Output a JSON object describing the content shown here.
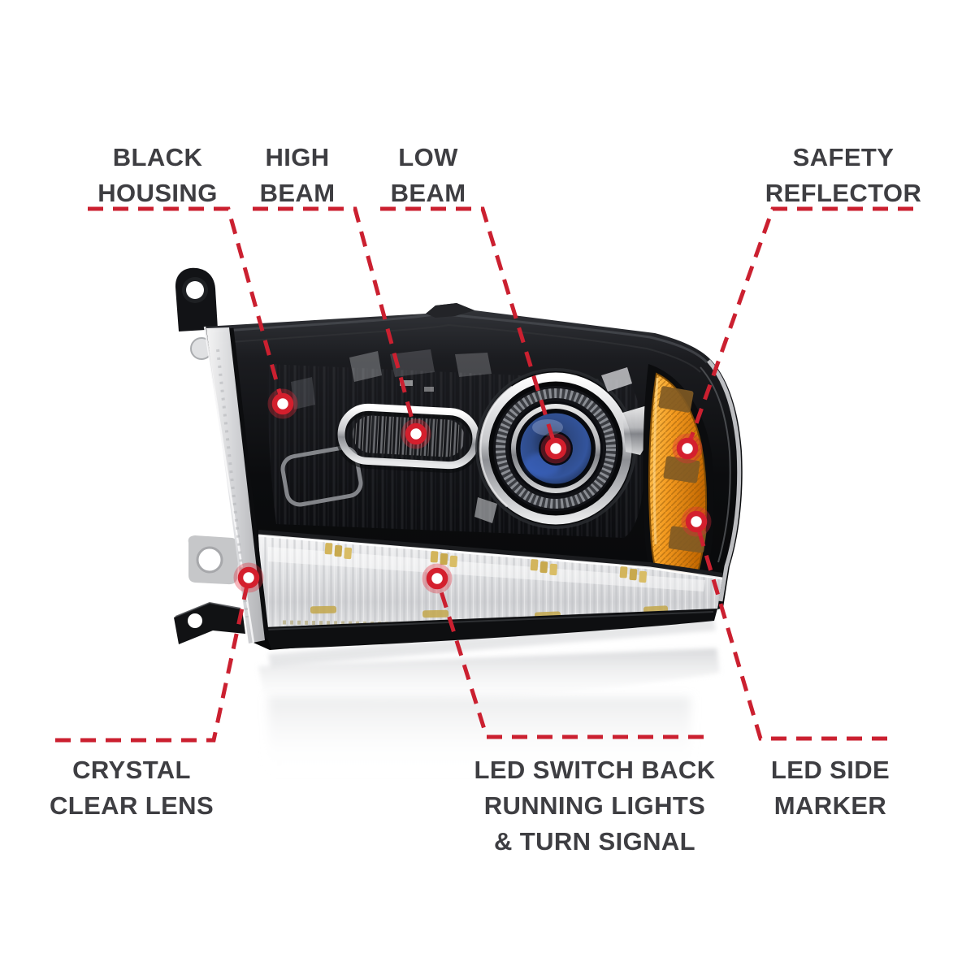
{
  "diagram": {
    "subject": "headlight-assembly",
    "callouts": [
      {
        "id": "black-housing",
        "label": "BLACK\nHOUSING"
      },
      {
        "id": "high-beam",
        "label": "HIGH\nBEAM"
      },
      {
        "id": "low-beam",
        "label": "LOW\nBEAM"
      },
      {
        "id": "safety-reflector",
        "label": "SAFETY\nREFLECTOR"
      },
      {
        "id": "crystal-clear-lens",
        "label": "CRYSTAL\nCLEAR LENS"
      },
      {
        "id": "led-switchback",
        "label": "LED SWITCH BACK\nRUNNING LIGHTS\n& TURN SIGNAL"
      },
      {
        "id": "led-side-marker",
        "label": "LED SIDE\nMARKER"
      }
    ],
    "colors": {
      "accent_red": "#cb2030",
      "label_text": "#3e3e42",
      "marker_fill": "#ffffff",
      "amber_reflector": "#f49a1f",
      "projector_blue": "#33549c",
      "housing_black": "#0b0c0e",
      "background": "#ffffff"
    }
  }
}
